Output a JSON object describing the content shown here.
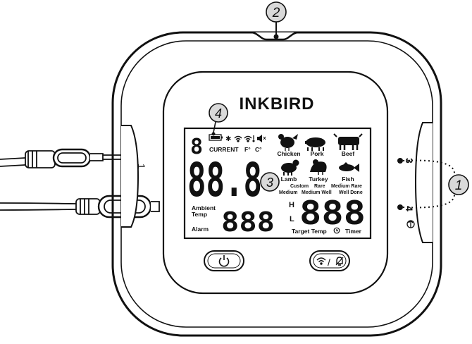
{
  "brand": "INKBIRD",
  "callouts": {
    "c1": "1",
    "c2": "2",
    "c3": "3",
    "c4": "4"
  },
  "ports": {
    "left": "1",
    "right_top": "3",
    "right_bottom": "4",
    "right_bottom_icon": "probe-port-icon"
  },
  "lcd": {
    "probe_digit": "8",
    "status_labels": {
      "current": "CURRENT",
      "fahrenheit": "F°",
      "celsius": "C°"
    },
    "main_temp": "88.8",
    "ambient_label_line1": "Ambient",
    "ambient_label_line2": "Temp",
    "ambient_value": "888",
    "alarm_label": "Alarm",
    "high_label": "H",
    "low_label": "L",
    "target_value": "888",
    "target_temp_label": "Target Temp",
    "timer_label": "Timer",
    "meats": [
      "Chicken",
      "Pork",
      "Beef",
      "Lamb",
      "Turkey",
      "Fish"
    ],
    "doneness": [
      "Custom",
      "Rare",
      "Medium Rare",
      "Medium",
      "Medium Well",
      "Well Done"
    ]
  },
  "buttons": {
    "power_icon": "power-icon",
    "wifi_alarm_icon": "wifi-alarm-icon",
    "separator": "/"
  },
  "colors": {
    "outline": "#111111",
    "background": "#ffffff",
    "callout_fill": "#d9d9d9"
  }
}
